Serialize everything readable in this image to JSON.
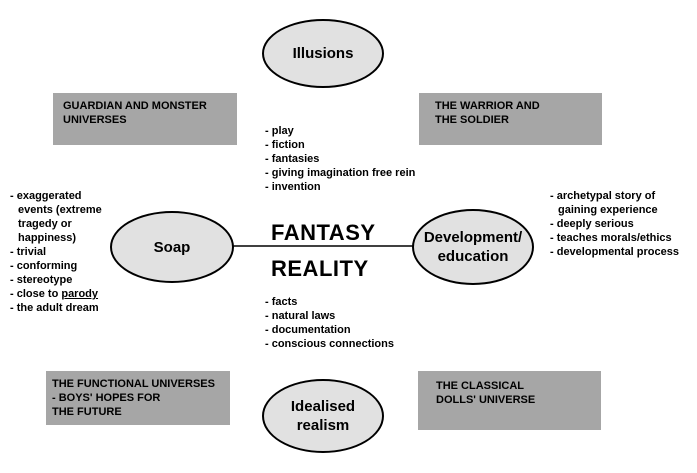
{
  "colors": {
    "ellipse_fill": "#e1e1e1",
    "box_fill": "#a6a6a6",
    "line": "#000000",
    "text": "#000000"
  },
  "center": {
    "fantasy": "FANTASY",
    "reality": "REALITY"
  },
  "ellipses": {
    "top": [
      "Illusions"
    ],
    "left": [
      "Soap"
    ],
    "right": [
      "Development/",
      "education"
    ],
    "bottom": [
      "Idealised",
      "realism"
    ]
  },
  "boxes": {
    "top_left": [
      "GUARDIAN AND MONSTER",
      "UNIVERSES"
    ],
    "top_right": [
      "THE WARRIOR AND",
      "THE SOLDIER"
    ],
    "bottom_left": [
      "THE FUNCTIONAL UNIVERSES",
      "- BOYS' HOPES FOR",
      "THE FUTURE"
    ],
    "bottom_right": [
      "THE CLASSICAL",
      "DOLLS' UNIVERSE"
    ]
  },
  "lists": {
    "fantasy_items": [
      "- play",
      "- fiction",
      "- fantasies",
      "- giving imagination free rein",
      "- invention"
    ],
    "reality_items": [
      "- facts",
      "- natural laws",
      "- documentation",
      "- conscious connections"
    ],
    "soap_items": [
      "- exaggerated",
      "  events (extreme",
      "  tragedy or",
      "  happiness)",
      "- trivial",
      "- conforming",
      "- stereotype",
      "- close to ",
      "- the adult dream"
    ],
    "soap_underlined": "parody",
    "development_items": [
      "- archetypal story of",
      "  gaining experience",
      "- deeply serious",
      "- teaches morals/ethics",
      "- developmental process"
    ]
  }
}
